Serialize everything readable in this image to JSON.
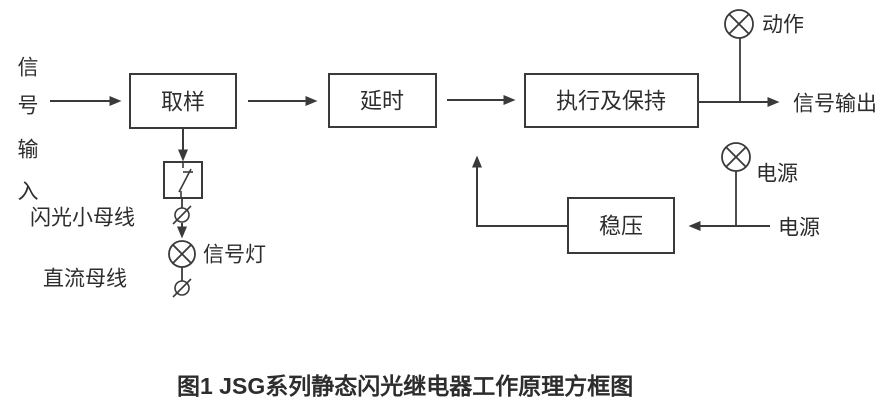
{
  "page": {
    "background_color": "#ffffff",
    "line_color": "#3a3a3a",
    "text_color": "#2d2d2d"
  },
  "blocks": {
    "sampling": "取样",
    "delay": "延时",
    "execute_hold": "执行及保持",
    "voltage_regulator": "稳压"
  },
  "labels": {
    "signal_input_chars": [
      "信",
      "号",
      "输",
      "入"
    ],
    "flash_bus": "闪光小母线",
    "dc_bus": "直流母线",
    "signal_lamp": "信号灯",
    "action_lamp": "动作",
    "signal_output": "信号输出",
    "power_lamp": "电源",
    "power_source": "电源"
  },
  "caption": "图1  JSG系列静态闪光继电器工作原理方框图",
  "icons": {
    "lamp": "circle-with-x-lamp-icon",
    "terminal": "slashed-circle-terminal-icon",
    "contact": "normally-open-contact-icon",
    "arrow": "solid-triangle-arrowhead"
  }
}
